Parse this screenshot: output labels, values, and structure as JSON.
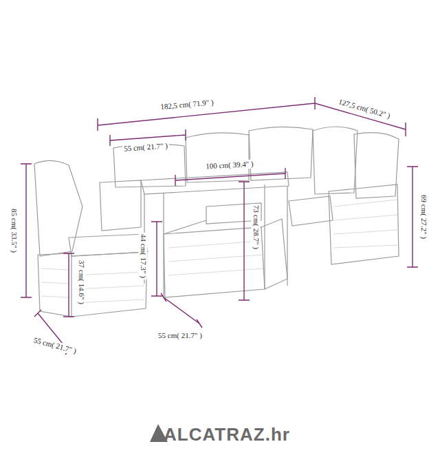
{
  "diagram": {
    "labels": [
      "182,5 cm( 71.9\" )",
      "127,5 cm( 50.2\" )",
      "55 cm( 21.7\" )",
      "100 cm( 39.4\" )",
      "69 cm( 27.2\" )",
      "85 cm( 33.5\" )",
      "44 cm( 17.3\" )",
      "73 cm( 28.7\" )",
      "37 cm( 14.6\" )",
      "55 cm( 21.7\" )",
      "55 cm( 21.7\" )",
      "ALCATRAZ.hr"
    ]
  }
}
